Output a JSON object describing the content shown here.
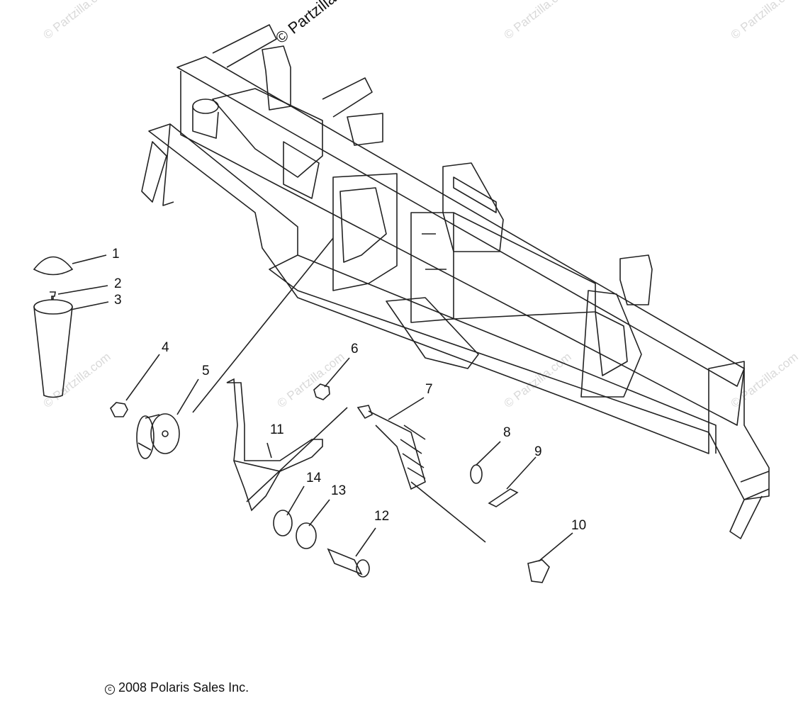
{
  "watermarks": {
    "main": "© Partzilla.",
    "faint": "© Partzilla.com"
  },
  "callouts": [
    {
      "id": "1",
      "label": "1"
    },
    {
      "id": "2",
      "label": "2"
    },
    {
      "id": "3",
      "label": "3"
    },
    {
      "id": "4",
      "label": "4"
    },
    {
      "id": "5",
      "label": "5"
    },
    {
      "id": "6",
      "label": "6"
    },
    {
      "id": "7",
      "label": "7"
    },
    {
      "id": "8",
      "label": "8"
    },
    {
      "id": "9",
      "label": "9"
    },
    {
      "id": "10",
      "label": "10"
    },
    {
      "id": "11",
      "label": "11"
    },
    {
      "id": "12",
      "label": "12"
    },
    {
      "id": "13",
      "label": "13"
    },
    {
      "id": "14",
      "label": "14"
    }
  ],
  "footer": {
    "copyright": "2008 Polaris Sales Inc.",
    "copyright_symbol": "c"
  }
}
